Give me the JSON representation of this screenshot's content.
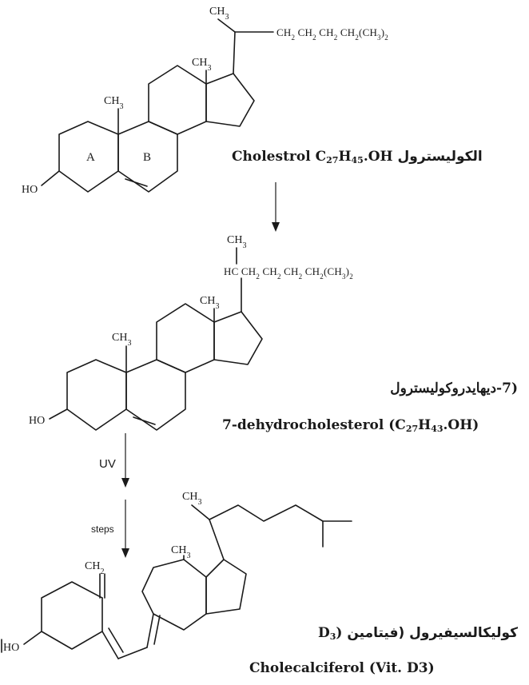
{
  "molecules": {
    "cholesterol": {
      "arabic_name": "الكوليسترول",
      "name": "Cholestrol",
      "formula_c": "C",
      "formula_c_sub": "27",
      "formula_h": "H",
      "formula_h_sub": "45",
      "formula_tail": ".OH",
      "ring_labels": [
        "A",
        "B"
      ],
      "side_chain_methyl": "CH3",
      "side_chain": "CH2 CH2 CH2 CH2(CH3)2",
      "angular_methyl_1": "CH3",
      "angular_methyl_2": "CH3",
      "hydroxyl": "HO"
    },
    "dehydrocholesterol": {
      "arabic_name": "(7-ديهايدروكوليسترول",
      "name": "7-dehydrocholesterol (",
      "formula_c": "C",
      "formula_c_sub": "27",
      "formula_h": "H",
      "formula_h_sub": "43",
      "formula_tail": ".OH)",
      "side_chain_methyl": "CH3",
      "side_chain": "HC CH2 CH2 CH2 CH2(CH3)2",
      "angular_methyl_1": "CH3",
      "angular_methyl_2": "CH3",
      "hydroxyl": "HO"
    },
    "cholecalciferol": {
      "arabic_name": "كوليكالسيفيرول (فيتامين",
      "arabic_suffix_main": "D",
      "arabic_suffix_sub": "3",
      "arabic_suffix_close": ")",
      "name": "Cholecalciferol (Vit. D3)",
      "side_chain_methyl": "CH3",
      "angular_methyl": "CH3",
      "exo_methylene": "CH2",
      "hydroxyl": "HO"
    }
  },
  "arrows": {
    "uv_label": "UV",
    "steps_label": "steps"
  }
}
